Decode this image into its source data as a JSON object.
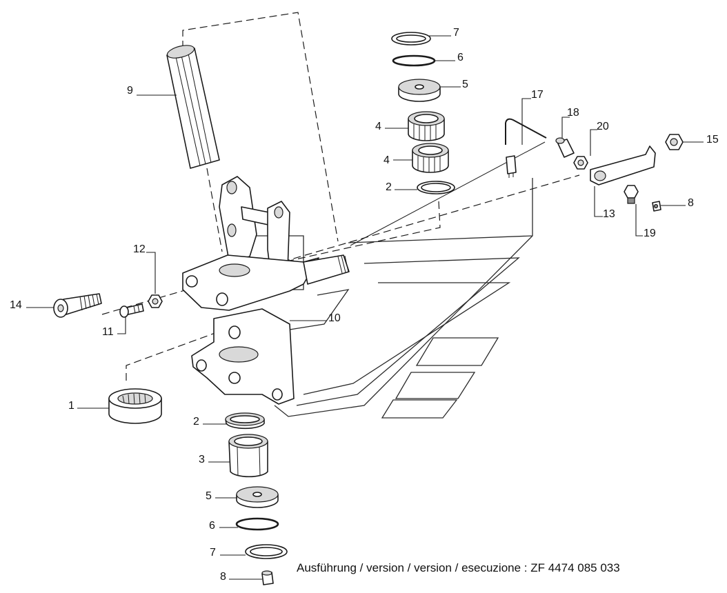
{
  "callouts": [
    "7",
    "6",
    "5",
    "4",
    "4",
    "2",
    "17",
    "18",
    "20",
    "15",
    "13",
    "8",
    "19",
    "9",
    "12",
    "14",
    "11",
    "10",
    "1",
    "2",
    "3",
    "5",
    "6",
    "7",
    "8"
  ],
  "caption": "Ausführung / version / version / esecuzione : ZF 4474 085 033"
}
